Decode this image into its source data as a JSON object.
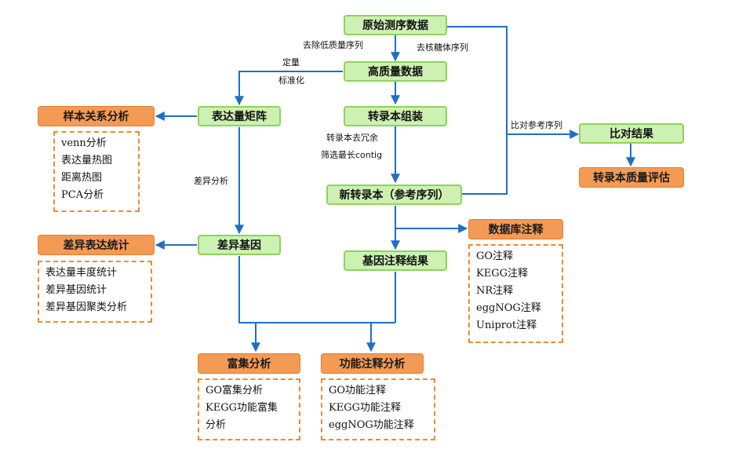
{
  "nodes": {
    "raw_data": "原始测序数据",
    "high_quality": "高质量数据",
    "expression_matrix": "表达量矩阵",
    "transcript_assembly": "转录本组装",
    "new_transcripts": "新转录本（参考序列）",
    "alignment_results": "比对结果",
    "transcript_quality": "转录本质量评估",
    "sample_relation": "样本关系分析",
    "diff_genes": "差异基因",
    "diff_expression_stats": "差异表达统计",
    "gene_annotation": "基因注释结果",
    "database_annotation": "数据库注释",
    "enrichment": "富集分析",
    "functional_annotation": "功能注释分析"
  },
  "lists": {
    "sample_relation": [
      "venn分析",
      "表达量热图",
      "距离热图",
      "PCA分析"
    ],
    "diff_expression": [
      "表达量丰度统计",
      "差异基因统计",
      "差异基因聚类分析"
    ],
    "database": [
      "GO注释",
      "KEGG注释",
      "NR注释",
      "eggNOG注释",
      "Uniprot注释"
    ],
    "enrichment": [
      "GO富集分析",
      "KEGG功能富集",
      "分析"
    ],
    "functional": [
      "GO功能注释",
      "KEGG功能注释",
      "eggNOG功能注释"
    ]
  },
  "edge_labels": {
    "remove_low_quality": "去除低质量序列",
    "remove_rrna": "去核糖体序列",
    "quantify": "定量",
    "normalize": "标准化",
    "align_reference": "比对参考序列",
    "dedup": "转录本去冗余",
    "filter_longest": "筛选最长contig",
    "diff_analysis": "差异分析"
  },
  "colors": {
    "green_fill": "#cdf0b3",
    "green_border": "#8fd35a",
    "orange_fill": "#f39a55",
    "orange_dash": "#f08a2c",
    "arrow": "#1f6fc5"
  }
}
